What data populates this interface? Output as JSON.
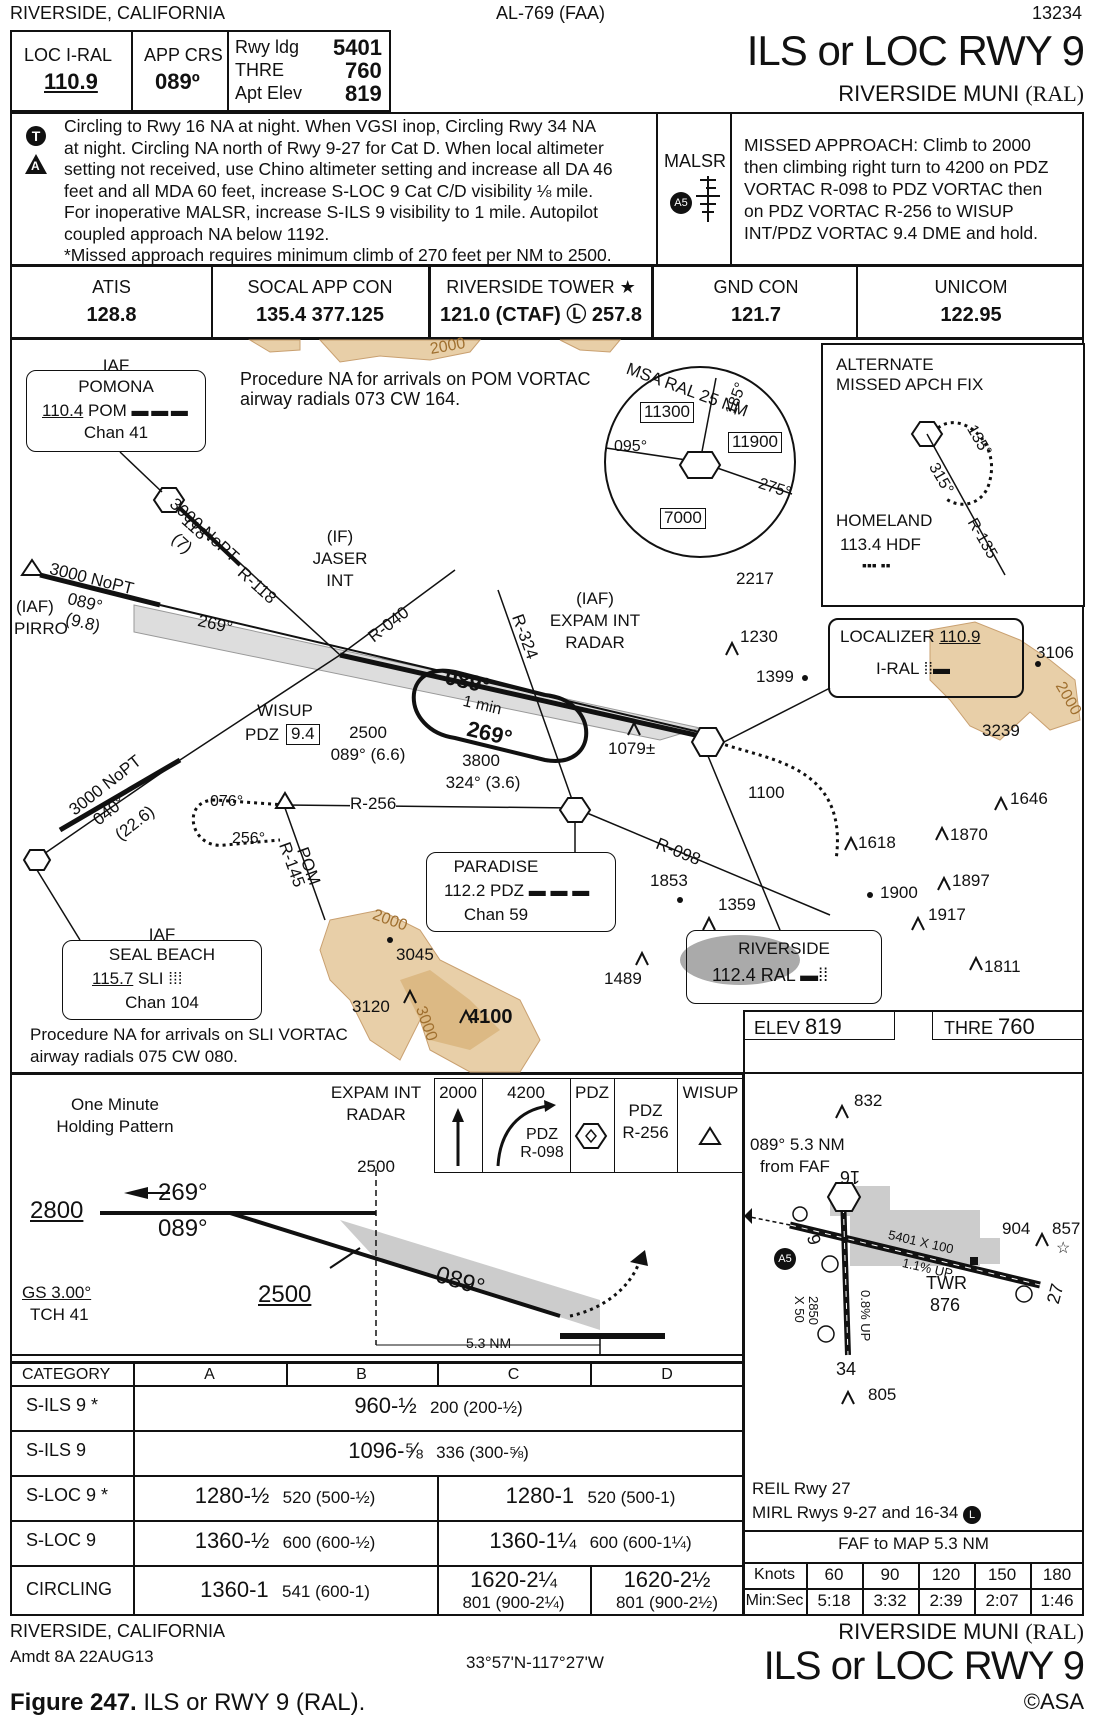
{
  "header": {
    "location": "RIVERSIDE, CALIFORNIA",
    "chart_id": "AL-769 (FAA)",
    "number": "13234",
    "loc_label": "LOC  I-RAL",
    "loc_freq": "110.9",
    "app_crs_label": "APP CRS",
    "app_crs": "089º",
    "rwy_ldg_label": "Rwy ldg",
    "rwy_ldg": "5401",
    "thre_label": "THRE",
    "thre": "760",
    "apt_elev_label": "Apt Elev",
    "apt_elev": "819",
    "title": "ILS or LOC RWY 9",
    "airport": "RIVERSIDE MUNI",
    "airport_id": "(RAL)"
  },
  "notes": {
    "t_icon": "T",
    "a_icon": "A",
    "lines": [
      "Circling to Rwy 16 NA at night.  When VGSI inop, Circling Rwy 34 NA",
      "at night.  Circling NA north of Rwy 9-27 for Cat D.  When local altimeter",
      "setting not received, use Chino altimeter setting and increase all DA 46",
      "feet and all MDA 60 feet, increase S-LOC 9 Cat C/D visibility ⅛ mile.",
      "For inoperative MALSR, increase S-ILS 9 visibility to 1 mile.  Autopilot",
      "coupled approach NA below 1192.",
      "*Missed approach requires minimum climb of 270 feet per NM to 2500."
    ],
    "malsr": "MALSR",
    "malsr_badge": "A5",
    "missed_lines": [
      "MISSED APPROACH: Climb to 2000",
      "then climbing right turn to 4200 on PDZ",
      "VORTAC R-098 to PDZ VORTAC then",
      "on PDZ VORTAC R-256 to WISUP",
      "INT/PDZ VORTAC 9.4 DME and hold."
    ]
  },
  "comms": [
    {
      "name": "ATIS",
      "freq": "128.8"
    },
    {
      "name": "SOCAL APP CON",
      "freq": "135.4  377.125"
    },
    {
      "name": "RIVERSIDE TOWER ★",
      "freq": "121.0 (CTAF) Ⓛ 257.8"
    },
    {
      "name": "GND CON",
      "freq": "121.7"
    },
    {
      "name": "UNICOM",
      "freq": "122.95"
    }
  ],
  "plan": {
    "proc_na_pom": "Procedure NA for arrivals on POM VORTAC",
    "proc_na_pom2": "airway radials 073 CW 164.",
    "pomona_iaf": "IAF",
    "pomona": "POMONA",
    "pomona_freq": "110.4",
    "pomona_id": "POM",
    "pomona_chan": "Chan 41",
    "pom_3000": "3000 NoPT",
    "pom_118": "118°",
    "pom_7": "(7)",
    "r118": "R-118",
    "pirro_3000": "3000 NoPT",
    "pirro_089": "089°",
    "pirro_98": "(9.8)",
    "pirro_iaf": "(IAF)",
    "pirro": "PIRRO",
    "course_269": "269°",
    "jaser_if": "(IF)",
    "jaser": "JASER",
    "jaser_int": "INT",
    "r040": "R-040",
    "r324": "R-324",
    "expam_iaf": "(IAF)",
    "expam": "EXPAM INT",
    "expam_radar": "RADAR",
    "hold_089": "089°",
    "hold_1min": "1 min",
    "hold_269": "269°",
    "alt_2500": "2500",
    "alt_2500_crs": "089° (6.6)",
    "alt_3800": "3800",
    "alt_3800_crs": "324° (3.6)",
    "wisup": "WISUP",
    "wisup_pdz": "PDZ",
    "wisup_dme": "9.4",
    "r256": "R-256",
    "hold_076": "076°",
    "hold_256": "256°",
    "pom_r145": "POM",
    "r145": "R-145",
    "seal_3000": "3000 NoPT",
    "seal_040": "040°",
    "seal_226": "(22.6)",
    "paradise": "PARADISE",
    "paradise_freq": "112.2  PDZ",
    "paradise_chan": "Chan 59",
    "r098": "R-098",
    "seal_iaf": "IAF",
    "seal": "SEAL BEACH",
    "seal_freq": "115.7",
    "seal_id": "SLI",
    "seal_chan": "Chan 104",
    "proc_na_sli": "Procedure NA for arrivals on SLI VORTAC",
    "proc_na_sli2": "airway radials 075 CW 080.",
    "riverside": "RIVERSIDE",
    "riverside_freq": "112.4  RAL",
    "loc_box_label": "LOCALIZER",
    "loc_box_freq": "110.9",
    "loc_box_id": "I-RAL",
    "contour_2000": "2000",
    "contour_3000": "3000",
    "elevs": [
      "2217",
      "1230",
      "1399",
      "1079±",
      "1100",
      "3106",
      "3239",
      "1646",
      "1618",
      "1870",
      "1897",
      "1900",
      "1917",
      "1853",
      "1359",
      "1489",
      "1811",
      "3045",
      "3120",
      "4100"
    ],
    "msa_title": "MSA RAL 25 NM",
    "msa_11300": "11300",
    "msa_11900": "11900",
    "msa_7000": "7000",
    "msa_095": "095°",
    "msa_185": "185°",
    "msa_275": "275°",
    "alt_fix": "ALTERNATE",
    "alt_fix2": "MISSED APCH FIX",
    "alt_135": "135°",
    "alt_315": "315°",
    "alt_r135": "R-135",
    "homeland": "HOMELAND",
    "homeland_freq": "113.4  HDF"
  },
  "profile": {
    "hold_title": "One Minute",
    "hold_title2": "Holding Pattern",
    "expam": "EXPAM INT",
    "expam2": "RADAR",
    "expam_alt": "2500",
    "alt_2800": "2800",
    "crs_269": "269°",
    "crs_089": "089°",
    "alt_2500": "2500",
    "gs": "GS 3.00°",
    "tch": "TCH 41",
    "prof_089": "089°",
    "dist": "5.3 NM",
    "ma_icons": [
      {
        "label": "2000",
        "sub": ""
      },
      {
        "label": "4200",
        "sub": "PDZ\nR-098"
      },
      {
        "label": "PDZ",
        "sub": ""
      },
      {
        "label": "PDZ",
        "sub": "R-256"
      },
      {
        "label": "WISUP",
        "sub": ""
      }
    ]
  },
  "minimums": {
    "headers": [
      "CATEGORY",
      "A",
      "B",
      "C",
      "D"
    ],
    "rows": [
      {
        "name": "S-ILS 9 *",
        "ab": "960-½",
        "ab_sub": "200 (200-½)"
      },
      {
        "name": "S-ILS 9",
        "ab": "1096-⅝",
        "ab_sub": "336 (300-⅝)"
      },
      {
        "name": "S-LOC 9 *",
        "ab": "1280-½",
        "ab_sub": "520 (500-½)",
        "cd": "1280-1",
        "cd_sub": "520 (500-1)"
      },
      {
        "name": "S-LOC 9",
        "ab": "1360-½",
        "ab_sub": "600 (600-½)",
        "cd": "1360-1¼",
        "cd_sub": "600 (600-1¼)"
      },
      {
        "name": "CIRCLING",
        "ab": "1360-1",
        "ab_sub": "541 (600-1)",
        "c": "1620-2¼",
        "c_sub": "801 (900-2¼)",
        "d": "1620-2½",
        "d_sub": "801 (900-2½)"
      }
    ]
  },
  "airport": {
    "elev_label": "ELEV",
    "elev": "819",
    "thre_label": "THRE",
    "thre": "760",
    "obst_832": "832",
    "faf_note": "089° 5.3 NM",
    "faf_note2": "from FAF",
    "rwy_16": "16",
    "rwy_9": "9",
    "rwy_27": "27",
    "rwy_34": "34",
    "rwy_main": "5401 X 100",
    "rwy_slope": "1.1% UP",
    "rwy_cross": "2850",
    "rwy_cross2": "X 50",
    "rwy_cross_slope": "0.8% UP",
    "twr": "TWR",
    "twr_elev": "876",
    "obst_904": "904",
    "obst_857": "857",
    "obst_805": "805",
    "reil": "REIL Rwy 27",
    "mirl": "MIRL Rwys 9-27 and 16-34",
    "mirl_badge": "L",
    "faf_map": "FAF to MAP  5.3 NM",
    "knots_label": "Knots",
    "knots": [
      "60",
      "90",
      "120",
      "150",
      "180"
    ],
    "minsec_label": "Min:Sec",
    "minsec": [
      "5:18",
      "3:32",
      "2:39",
      "2:07",
      "1:46"
    ]
  },
  "footer": {
    "location": "RIVERSIDE, CALIFORNIA",
    "amdt": "Amdt 8A  22AUG13",
    "coords": "33°57'N-117°27'W",
    "airport": "RIVERSIDE MUNI",
    "airport_id": "(RAL)",
    "title": "ILS or LOC RWY 9",
    "caption_bold": "Figure 247.",
    "caption": " ILS or RWY 9 (RAL).",
    "copyright": "©ASA"
  }
}
